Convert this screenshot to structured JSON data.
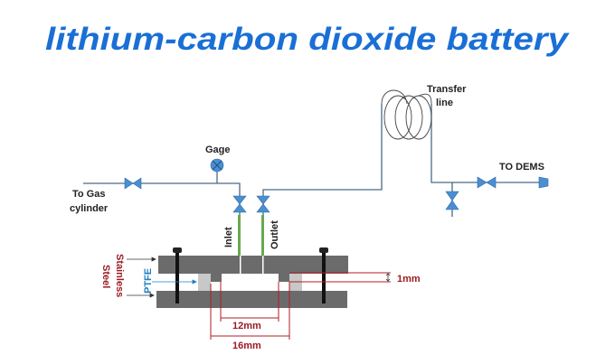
{
  "title": "lithium-carbon dioxide battery",
  "labels": {
    "gas": [
      "To Gas",
      "cylinder"
    ],
    "gage": "Gage",
    "transfer": [
      "Transfer",
      "line"
    ],
    "dems": "TO  DEMS",
    "inlet": "Inlet",
    "outlet": "Outlet",
    "stainless": [
      "Stainless",
      "Steel"
    ],
    "ptfe": "PTFE",
    "dim_1mm": "1mm",
    "dim_12mm": "12mm",
    "dim_16mm": "16mm"
  },
  "colors": {
    "title": "#1a6fd6",
    "valve": "#4a8fd0",
    "pipe": "#555555",
    "tube": "#6aa84f",
    "plate": "#6b6b6b",
    "ptfe": "#c8c8c8",
    "dimension": "#b01c24"
  }
}
